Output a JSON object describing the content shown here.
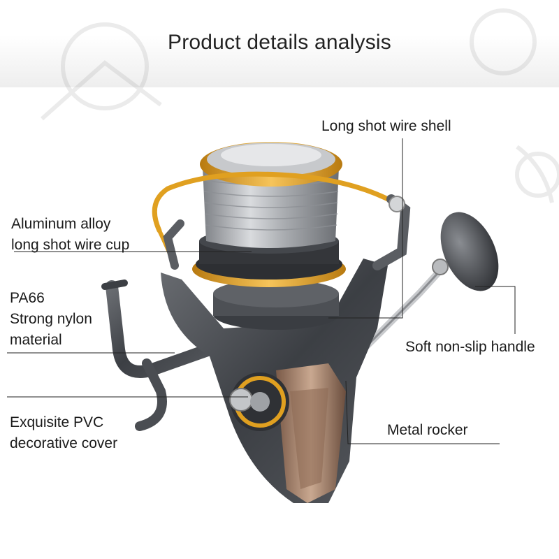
{
  "title": "Product details analysis",
  "labels": {
    "wire_shell": "Long shot wire shell",
    "wire_cup_line1": "Aluminum alloy",
    "wire_cup_line2": "long shot wire cup",
    "pa66_line1": "PA66",
    "pa66_line2": "Strong nylon",
    "pa66_line3": "material",
    "handle": "Soft non-slip handle",
    "cover_line1": "Exquisite PVC",
    "cover_line2": "decorative cover",
    "rocker": "Metal rocker"
  },
  "colors": {
    "gold": "#e0a020",
    "body": "#4a4d52",
    "spool": "#b8babd",
    "background": "#ffffff"
  },
  "icons": [
    "fishing-reel-illustration",
    "faded-reel-watermark"
  ]
}
